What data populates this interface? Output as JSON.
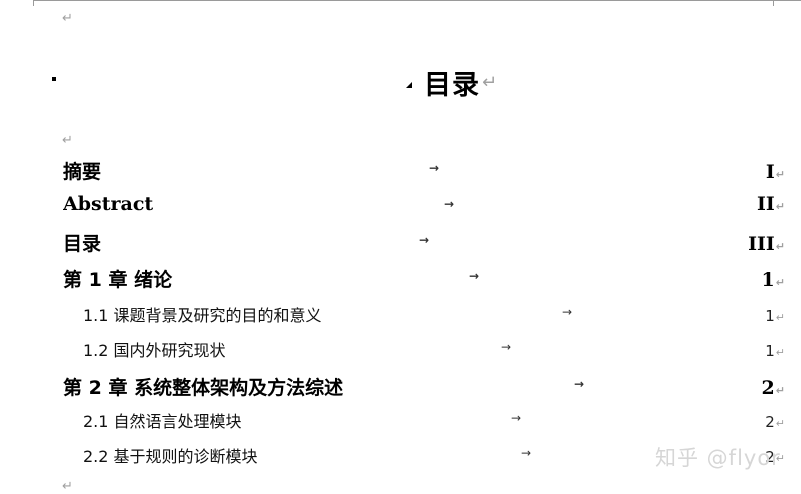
{
  "document": {
    "title": "目录",
    "paragraph_mark": "↵",
    "tab_mark": "→",
    "entries": [
      {
        "level": 1,
        "label": "摘要",
        "page": "I"
      },
      {
        "level": 1,
        "label": "Abstract",
        "page": "II"
      },
      {
        "level": 1,
        "label": "目录",
        "page": "III"
      },
      {
        "level": 1,
        "label": "第 1 章  绪论",
        "page": "1"
      },
      {
        "level": 2,
        "label": "1.1  课题背景及研究的目的和意义",
        "page": "1"
      },
      {
        "level": 2,
        "label": "1.2  国内外研究现状",
        "page": "1"
      },
      {
        "level": 1,
        "label": "第 2 章  系统整体架构及方法综述",
        "page": "2"
      },
      {
        "level": 2,
        "label": "2.1  自然语言处理模块",
        "page": "2"
      },
      {
        "level": 2,
        "label": "2.2  基于规则的诊断模块",
        "page": "2"
      }
    ]
  },
  "watermark": "知乎 @flyor"
}
